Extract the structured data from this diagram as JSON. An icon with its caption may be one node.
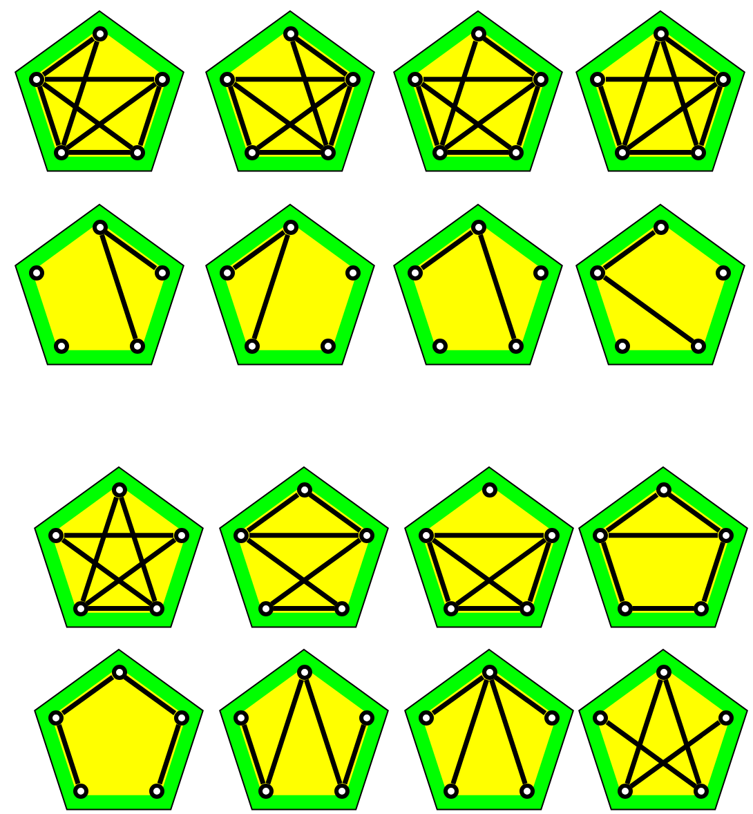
{
  "diagram": {
    "nodes": [
      {
        "text": [],
        "shape": "pentagon"
      },
      {
        "text": [],
        "shape": "circle",
        "in": 0
      },
      {
        "text": [],
        "shape": "circle",
        "in": 0
      },
      {
        "text": [],
        "shape": "circle",
        "in": 0
      },
      {
        "text": [],
        "shape": "circle",
        "in": 0
      },
      {
        "text": [],
        "shape": "circle",
        "in": 0
      },
      {
        "text": [],
        "shape": "pentagon"
      },
      {
        "text": [],
        "shape": "circle",
        "in": 6
      },
      {
        "text": [],
        "shape": "circle",
        "in": 6
      },
      {
        "text": [],
        "shape": "circle",
        "in": 6
      },
      {
        "text": [],
        "shape": "circle",
        "in": 6
      },
      {
        "text": [],
        "shape": "circle",
        "in": 6
      },
      {
        "text": [],
        "shape": "pentagon"
      },
      {
        "text": [],
        "shape": "circle",
        "in": 12
      },
      {
        "text": [],
        "shape": "circle",
        "in": 12
      },
      {
        "text": [],
        "shape": "circle",
        "in": 12
      },
      {
        "text": [],
        "shape": "circle",
        "in": 12
      },
      {
        "text": [],
        "shape": "circle",
        "in": 12
      },
      {
        "text": [],
        "shape": "pentagon"
      },
      {
        "text": [],
        "shape": "circle",
        "in": 18
      },
      {
        "text": [],
        "shape": "circle",
        "in": 18
      },
      {
        "text": [],
        "shape": "circle",
        "in": 18
      },
      {
        "text": [],
        "shape": "circle",
        "in": 18
      },
      {
        "text": [],
        "shape": "circle",
        "in": 18
      },
      {
        "text": [],
        "shape": "pentagon"
      },
      {
        "text": [],
        "shape": "circle",
        "in": 24
      },
      {
        "text": [],
        "shape": "circle",
        "in": 24
      },
      {
        "text": [],
        "shape": "circle",
        "in": 24
      },
      {
        "text": [],
        "shape": "circle",
        "in": 24
      },
      {
        "text": [],
        "shape": "circle",
        "in": 24
      },
      {
        "text": [],
        "shape": "pentagon"
      },
      {
        "text": [],
        "shape": "circle",
        "in": 30
      },
      {
        "text": [],
        "shape": "circle",
        "in": 30
      },
      {
        "text": [],
        "shape": "circle",
        "in": 30
      },
      {
        "text": [],
        "shape": "circle",
        "in": 30
      },
      {
        "text": [],
        "shape": "circle",
        "in": 30
      },
      {
        "text": [],
        "shape": "pentagon"
      },
      {
        "text": [],
        "shape": "circle",
        "in": 36
      },
      {
        "text": [],
        "shape": "circle",
        "in": 36
      },
      {
        "text": [],
        "shape": "circle",
        "in": 36
      },
      {
        "text": [],
        "shape": "circle",
        "in": 36
      },
      {
        "text": [],
        "shape": "circle",
        "in": 36
      },
      {
        "text": [],
        "shape": "pentagon"
      },
      {
        "text": [],
        "shape": "circle",
        "in": 42
      },
      {
        "text": [],
        "shape": "circle",
        "in": 42
      },
      {
        "text": [],
        "shape": "circle",
        "in": 42
      },
      {
        "text": [],
        "shape": "circle",
        "in": 42
      },
      {
        "text": [],
        "shape": "circle",
        "in": 42
      },
      {
        "text": [],
        "shape": "pentagon"
      },
      {
        "text": [],
        "shape": "circle",
        "in": 48
      },
      {
        "text": [],
        "shape": "circle",
        "in": 48
      },
      {
        "text": [],
        "shape": "circle",
        "in": 48
      },
      {
        "text": [],
        "shape": "circle",
        "in": 48
      },
      {
        "text": [],
        "shape": "circle",
        "in": 48
      },
      {
        "text": [],
        "shape": "pentagon"
      },
      {
        "text": [],
        "shape": "circle",
        "in": 54
      },
      {
        "text": [],
        "shape": "circle",
        "in": 54
      },
      {
        "text": [],
        "shape": "circle",
        "in": 54
      },
      {
        "text": [],
        "shape": "circle",
        "in": 54
      },
      {
        "text": [],
        "shape": "circle",
        "in": 54
      },
      {
        "text": [],
        "shape": "pentagon"
      },
      {
        "text": [],
        "shape": "circle",
        "in": 60
      },
      {
        "text": [],
        "shape": "circle",
        "in": 60
      },
      {
        "text": [],
        "shape": "circle",
        "in": 60
      },
      {
        "text": [],
        "shape": "circle",
        "in": 60
      },
      {
        "text": [],
        "shape": "circle",
        "in": 60
      },
      {
        "text": [],
        "shape": "pentagon"
      },
      {
        "text": [],
        "shape": "circle",
        "in": 66
      },
      {
        "text": [],
        "shape": "circle",
        "in": 66
      },
      {
        "text": [],
        "shape": "circle",
        "in": 66
      },
      {
        "text": [],
        "shape": "circle",
        "in": 66
      },
      {
        "text": [],
        "shape": "circle",
        "in": 66
      },
      {
        "text": [],
        "shape": "pentagon"
      },
      {
        "text": [],
        "shape": "circle",
        "in": 72
      },
      {
        "text": [],
        "shape": "circle",
        "in": 72
      },
      {
        "text": [],
        "shape": "circle",
        "in": 72
      },
      {
        "text": [],
        "shape": "circle",
        "in": 72
      },
      {
        "text": [],
        "shape": "circle",
        "in": 72
      },
      {
        "text": [],
        "shape": "pentagon"
      },
      {
        "text": [],
        "shape": "circle",
        "in": 78
      },
      {
        "text": [],
        "shape": "circle",
        "in": 78
      },
      {
        "text": [],
        "shape": "circle",
        "in": 78
      },
      {
        "text": [],
        "shape": "circle",
        "in": 78
      },
      {
        "text": [],
        "shape": "circle",
        "in": 78
      },
      {
        "text": [],
        "shape": "pentagon"
      },
      {
        "text": [],
        "shape": "circle",
        "in": 84
      },
      {
        "text": [],
        "shape": "circle",
        "in": 84
      },
      {
        "text": [],
        "shape": "circle",
        "in": 84
      },
      {
        "text": [],
        "shape": "circle",
        "in": 84
      },
      {
        "text": [],
        "shape": "circle",
        "in": 84
      },
      {
        "text": [],
        "shape": "pentagon"
      },
      {
        "text": [],
        "shape": "circle",
        "in": 90
      },
      {
        "text": [],
        "shape": "circle",
        "in": 90
      },
      {
        "text": [],
        "shape": "circle",
        "in": 90
      },
      {
        "text": [],
        "shape": "circle",
        "in": 90
      },
      {
        "text": [],
        "shape": "circle",
        "in": 90
      }
    ],
    "edges": [
      {
        "from": 1,
        "to": 2,
        "arrow": "none"
      },
      {
        "from": 1,
        "to": 4,
        "arrow": "none"
      },
      {
        "from": 2,
        "to": 3,
        "arrow": "none"
      },
      {
        "from": 2,
        "to": 5,
        "arrow": "none"
      },
      {
        "from": 2,
        "to": 4,
        "arrow": "none"
      },
      {
        "from": 3,
        "to": 4,
        "arrow": "none"
      },
      {
        "from": 3,
        "to": 5,
        "arrow": "none"
      },
      {
        "from": 4,
        "to": 5,
        "arrow": "none"
      },
      {
        "from": 7,
        "to": 9,
        "arrow": "none"
      },
      {
        "from": 7,
        "to": 11,
        "arrow": "none"
      },
      {
        "from": 8,
        "to": 9,
        "arrow": "none"
      },
      {
        "from": 8,
        "to": 11,
        "arrow": "none"
      },
      {
        "from": 8,
        "to": 10,
        "arrow": "none"
      },
      {
        "from": 9,
        "to": 10,
        "arrow": "none"
      },
      {
        "from": 9,
        "to": 11,
        "arrow": "none"
      },
      {
        "from": 10,
        "to": 11,
        "arrow": "none"
      },
      {
        "from": 13,
        "to": 15,
        "arrow": "none"
      },
      {
        "from": 13,
        "to": 16,
        "arrow": "none"
      },
      {
        "from": 14,
        "to": 15,
        "arrow": "none"
      },
      {
        "from": 14,
        "to": 17,
        "arrow": "none"
      },
      {
        "from": 14,
        "to": 16,
        "arrow": "none"
      },
      {
        "from": 15,
        "to": 16,
        "arrow": "none"
      },
      {
        "from": 15,
        "to": 17,
        "arrow": "none"
      },
      {
        "from": 16,
        "to": 17,
        "arrow": "none"
      },
      {
        "from": 19,
        "to": 21,
        "arrow": "none"
      },
      {
        "from": 19,
        "to": 22,
        "arrow": "none"
      },
      {
        "from": 19,
        "to": 23,
        "arrow": "none"
      },
      {
        "from": 20,
        "to": 21,
        "arrow": "none"
      },
      {
        "from": 20,
        "to": 22,
        "arrow": "none"
      },
      {
        "from": 21,
        "to": 22,
        "arrow": "none"
      },
      {
        "from": 21,
        "to": 23,
        "arrow": "none"
      },
      {
        "from": 22,
        "to": 23,
        "arrow": "none"
      },
      {
        "from": 25,
        "to": 27,
        "arrow": "none"
      },
      {
        "from": 25,
        "to": 29,
        "arrow": "none"
      },
      {
        "from": 31,
        "to": 32,
        "arrow": "none"
      },
      {
        "from": 31,
        "to": 34,
        "arrow": "none"
      },
      {
        "from": 37,
        "to": 38,
        "arrow": "none"
      },
      {
        "from": 37,
        "to": 41,
        "arrow": "none"
      },
      {
        "from": 43,
        "to": 44,
        "arrow": "none"
      },
      {
        "from": 44,
        "to": 47,
        "arrow": "none"
      },
      {
        "from": 49,
        "to": 52,
        "arrow": "none"
      },
      {
        "from": 49,
        "to": 53,
        "arrow": "none"
      },
      {
        "from": 50,
        "to": 51,
        "arrow": "none"
      },
      {
        "from": 50,
        "to": 53,
        "arrow": "none"
      },
      {
        "from": 51,
        "to": 52,
        "arrow": "none"
      },
      {
        "from": 52,
        "to": 53,
        "arrow": "none"
      },
      {
        "from": 55,
        "to": 56,
        "arrow": "none"
      },
      {
        "from": 55,
        "to": 57,
        "arrow": "none"
      },
      {
        "from": 56,
        "to": 57,
        "arrow": "none"
      },
      {
        "from": 56,
        "to": 59,
        "arrow": "none"
      },
      {
        "from": 57,
        "to": 58,
        "arrow": "none"
      },
      {
        "from": 58,
        "to": 59,
        "arrow": "none"
      },
      {
        "from": 62,
        "to": 63,
        "arrow": "none"
      },
      {
        "from": 62,
        "to": 64,
        "arrow": "none"
      },
      {
        "from": 62,
        "to": 65,
        "arrow": "none"
      },
      {
        "from": 63,
        "to": 64,
        "arrow": "none"
      },
      {
        "from": 63,
        "to": 65,
        "arrow": "none"
      },
      {
        "from": 64,
        "to": 65,
        "arrow": "none"
      },
      {
        "from": 67,
        "to": 68,
        "arrow": "none"
      },
      {
        "from": 67,
        "to": 69,
        "arrow": "none"
      },
      {
        "from": 68,
        "to": 69,
        "arrow": "none"
      },
      {
        "from": 68,
        "to": 70,
        "arrow": "none"
      },
      {
        "from": 69,
        "to": 71,
        "arrow": "none"
      },
      {
        "from": 70,
        "to": 71,
        "arrow": "none"
      },
      {
        "from": 73,
        "to": 74,
        "arrow": "none"
      },
      {
        "from": 73,
        "to": 75,
        "arrow": "none"
      },
      {
        "from": 74,
        "to": 76,
        "arrow": "none"
      },
      {
        "from": 75,
        "to": 77,
        "arrow": "none"
      },
      {
        "from": 80,
        "to": 82,
        "arrow": "none"
      },
      {
        "from": 79,
        "to": 82,
        "arrow": "none"
      },
      {
        "from": 79,
        "to": 83,
        "arrow": "none"
      },
      {
        "from": 81,
        "to": 83,
        "arrow": "none"
      },
      {
        "from": 85,
        "to": 86,
        "arrow": "none"
      },
      {
        "from": 85,
        "to": 87,
        "arrow": "none"
      },
      {
        "from": 85,
        "to": 88,
        "arrow": "none"
      },
      {
        "from": 85,
        "to": 89,
        "arrow": "none"
      },
      {
        "from": 91,
        "to": 94,
        "arrow": "none"
      },
      {
        "from": 91,
        "to": 95,
        "arrow": "none"
      },
      {
        "from": 92,
        "to": 95,
        "arrow": "none"
      },
      {
        "from": 93,
        "to": 94,
        "arrow": "none"
      }
    ]
  }
}
